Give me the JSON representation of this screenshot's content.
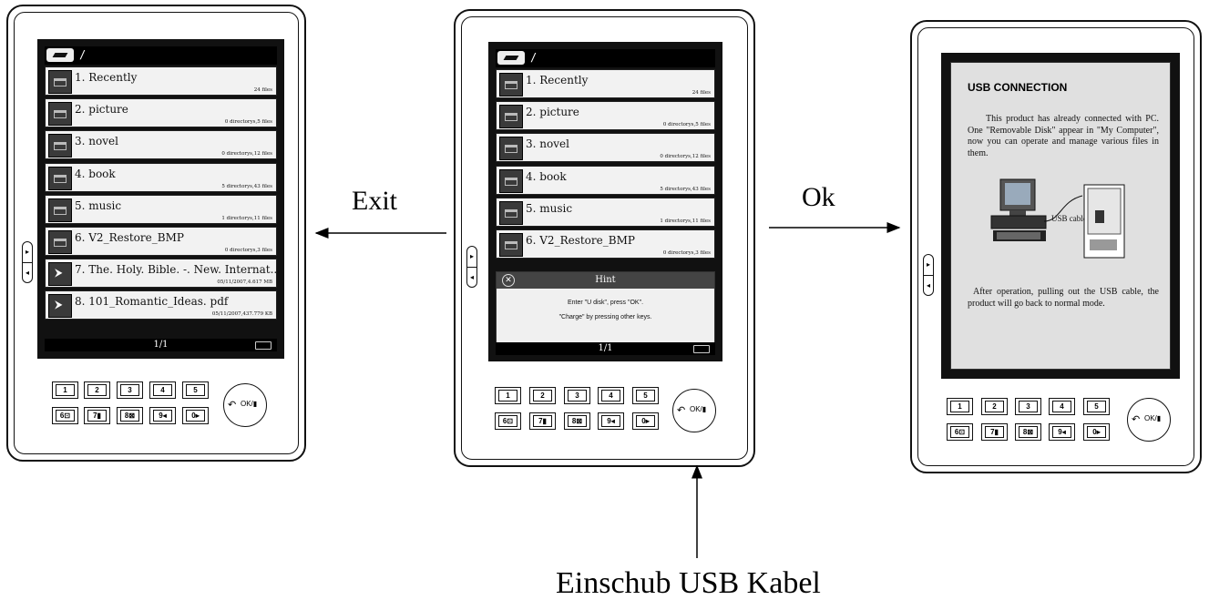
{
  "left_device": {
    "path": "/",
    "items": [
      {
        "name": "1. Recently",
        "meta": "24 files",
        "type": "folder"
      },
      {
        "name": "2. picture",
        "meta": "0 directorys,5 files",
        "type": "folder"
      },
      {
        "name": "3. novel",
        "meta": "0 directorys,12 files",
        "type": "folder"
      },
      {
        "name": "4. book",
        "meta": "5 directorys,43 files",
        "type": "folder"
      },
      {
        "name": "5. music",
        "meta": "1 directorys,11 files",
        "type": "folder"
      },
      {
        "name": "6. V2_Restore_BMP",
        "meta": "0 directorys,3 files",
        "type": "folder"
      },
      {
        "name": "7. The. Holy. Bible. -. New. Internat...",
        "meta": "05/11/2007,4.617 MB",
        "type": "pdf"
      },
      {
        "name": "8. 101_Romantic_Ideas. pdf",
        "meta": "05/11/2007,437.779 KB",
        "type": "pdf"
      }
    ],
    "page": "1/1"
  },
  "middle_device": {
    "path": "/",
    "items": [
      {
        "name": "1. Recently",
        "meta": "24 files"
      },
      {
        "name": "2. picture",
        "meta": "0 directorys,5 files"
      },
      {
        "name": "3. novel",
        "meta": "0 directorys,12 files"
      },
      {
        "name": "4. book",
        "meta": "5 directorys,43 files"
      },
      {
        "name": "5. music",
        "meta": "1 directorys,11 files"
      },
      {
        "name": "6. V2_Restore_BMP",
        "meta": "0 directorys,3 files"
      }
    ],
    "hint_title": "Hint",
    "hint_line1": "Enter \"U disk\", press \"OK\".",
    "hint_line2": "\"Charge\"  by pressing other keys.",
    "page": "1/1"
  },
  "right_device": {
    "title": "USB CONNECTION",
    "para1": "This product has already connected with PC. One \"Removable Disk\" appear in \"My Computer\", now you can operate and manage  various files in them.",
    "cable_label": "USB cable",
    "para2": "After operation, pulling out the USB cable, the product will go back to normal mode."
  },
  "keypad": {
    "row1": [
      "1",
      "2",
      "3",
      "4",
      "5"
    ],
    "row2": [
      "6⊡",
      "7▮",
      "8⊠",
      "9◂",
      "0▸"
    ],
    "ok_label": "OK/▮",
    "back_symbol": "↶"
  },
  "side_buttons": {
    "up": "▸",
    "down": "◂"
  },
  "labels": {
    "exit": "Exit",
    "ok": "Ok",
    "usb": "Einschub USB Kabel"
  }
}
